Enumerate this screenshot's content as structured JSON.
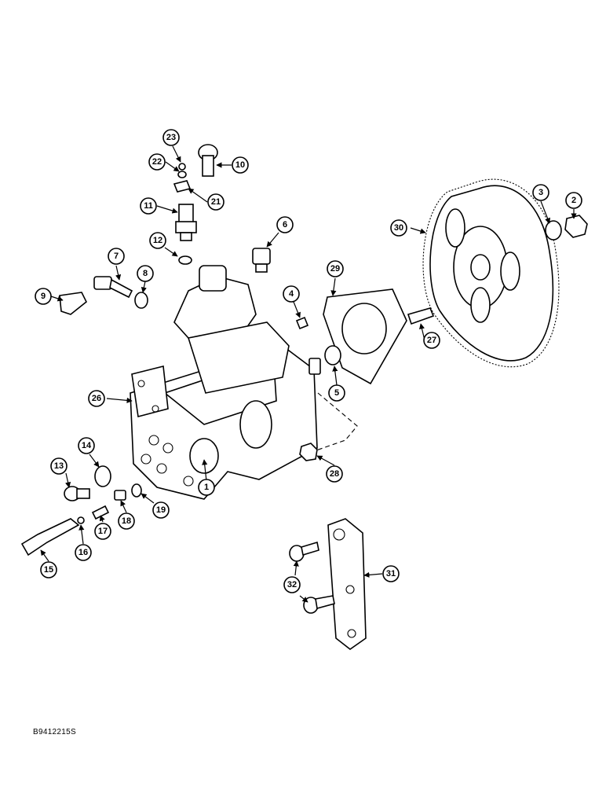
{
  "callouts": [
    "1",
    "2",
    "3",
    "4",
    "5",
    "6",
    "7",
    "8",
    "9",
    "10",
    "11",
    "12",
    "13",
    "14",
    "15",
    "16",
    "17",
    "18",
    "19",
    "21",
    "22",
    "23",
    "26",
    "27",
    "28",
    "29",
    "30",
    "31",
    "32"
  ],
  "catalog_code": "B9412215S"
}
